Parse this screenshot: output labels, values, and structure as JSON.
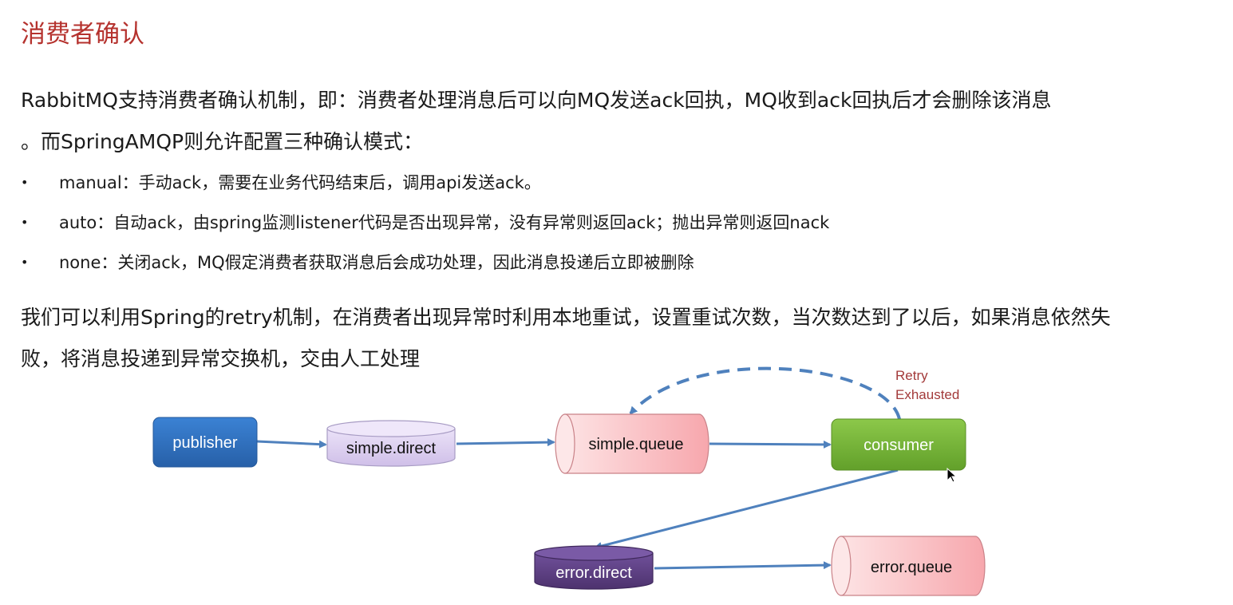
{
  "title": "消费者确认",
  "intro": {
    "line1": "RabbitMQ支持消费者确认机制，即：消费者处理消息后可以向MQ发送ack回执，MQ收到ack回执后才会删除该消息",
    "line2": "。而SpringAMQP则允许配置三种确认模式："
  },
  "modes": [
    {
      "text": "manual：手动ack，需要在业务代码结束后，调用api发送ack。"
    },
    {
      "text": "auto：自动ack，由spring监测listener代码是否出现异常，没有异常则返回ack；抛出异常则返回nack"
    },
    {
      "text": "none：关闭ack，MQ假定消费者获取消息后会成功处理，因此消息投递后立即被删除"
    }
  ],
  "bullet_symbol": "•",
  "retry": {
    "line1": "我们可以利用Spring的retry机制，在消费者出现异常时利用本地重试，设置重试次数，当次数达到了以后，如果消息依然失",
    "line2": "败，将消息投递到异常交换机，交由人工处理"
  },
  "diagram": {
    "publisher": "publisher",
    "simple_direct": "simple.direct",
    "simple_queue": "simple.queue",
    "consumer": "consumer",
    "error_direct": "error.direct",
    "error_queue": "error.queue",
    "retry_label_1": "Retry",
    "retry_label_2": "Exhausted"
  },
  "colors": {
    "title": "#b5322e",
    "arrow": "#4f81bd",
    "publisher": "#2e6fbf",
    "exchange": "#ddd0f0",
    "queue": "#fbc0c4",
    "consumer": "#7ab53a",
    "error_exchange": "#5e3e82",
    "retry_label": "#a33a3a"
  }
}
